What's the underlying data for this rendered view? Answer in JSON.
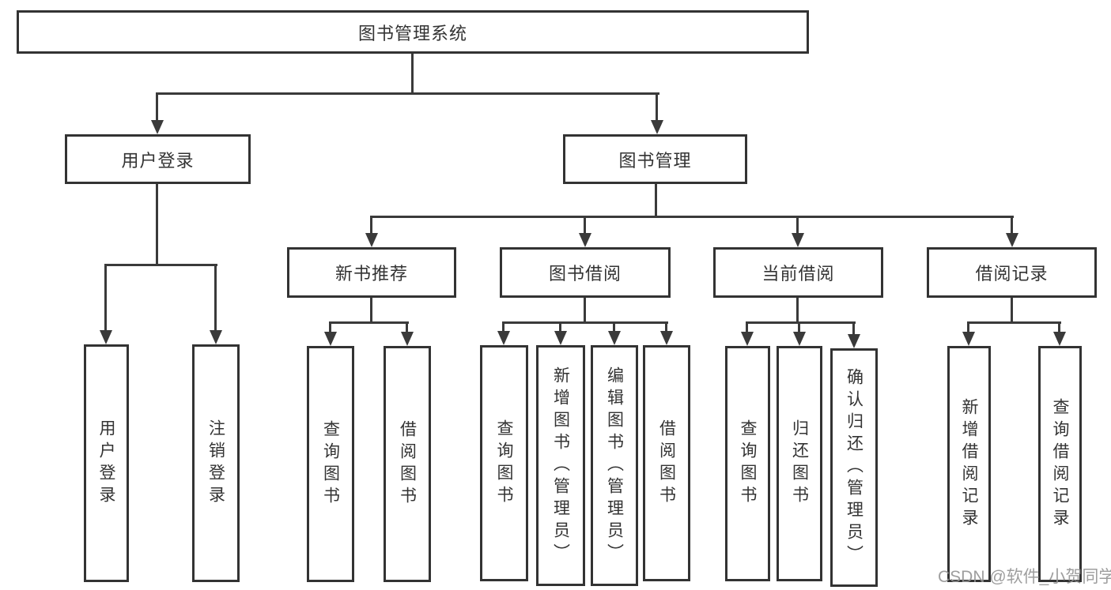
{
  "diagram": {
    "type": "hierarchy-tree",
    "title": "图书管理系统",
    "watermark": "CSDN @软件_小贺同学",
    "colors": {
      "line": "#3a3a3a",
      "box_border": "#333333",
      "text": "#333333",
      "background": "#ffffff",
      "watermark": "#949494"
    },
    "nodes": {
      "root": {
        "label": "图书管理系统"
      },
      "user_login": {
        "label": "用户登录"
      },
      "book_mgmt": {
        "label": "图书管理"
      },
      "new_book_rec": {
        "label": "新书推荐"
      },
      "book_borrow": {
        "label": "图书借阅"
      },
      "current_borrow": {
        "label": "当前借阅"
      },
      "borrow_records": {
        "label": "借阅记录"
      },
      "leaf_user_login": {
        "label": "用户登录"
      },
      "leaf_logout": {
        "label": "注销登录"
      },
      "leaf_query_book_rec": {
        "label": "查询图书"
      },
      "leaf_borrow_book_rec": {
        "label": "借阅图书"
      },
      "leaf_query_book_borrow": {
        "label": "查询图书"
      },
      "leaf_add_book": {
        "label": "新增图书（管理员）"
      },
      "leaf_edit_book": {
        "label": "编辑图书（管理员）"
      },
      "leaf_borrow_book_borrow": {
        "label": "借阅图书"
      },
      "leaf_query_book_current": {
        "label": "查询图书"
      },
      "leaf_return_book": {
        "label": "归还图书"
      },
      "leaf_confirm_return": {
        "label": "确认归还（管理员）"
      },
      "leaf_add_record": {
        "label": "新增借阅记录"
      },
      "leaf_query_record": {
        "label": "查询借阅记录"
      }
    },
    "edges": [
      {
        "from": "图书管理系统",
        "to": [
          "用户登录",
          "图书管理"
        ]
      },
      {
        "from": "用户登录",
        "to": [
          "用户登录",
          "注销登录"
        ]
      },
      {
        "from": "图书管理",
        "to": [
          "新书推荐",
          "图书借阅",
          "当前借阅",
          "借阅记录"
        ]
      },
      {
        "from": "新书推荐",
        "to": [
          "查询图书",
          "借阅图书"
        ]
      },
      {
        "from": "图书借阅",
        "to": [
          "查询图书",
          "新增图书（管理员）",
          "编辑图书（管理员）",
          "借阅图书"
        ]
      },
      {
        "from": "当前借阅",
        "to": [
          "查询图书",
          "归还图书",
          "确认归还（管理员）"
        ]
      },
      {
        "from": "借阅记录",
        "to": [
          "新增借阅记录",
          "查询借阅记录"
        ]
      }
    ]
  }
}
